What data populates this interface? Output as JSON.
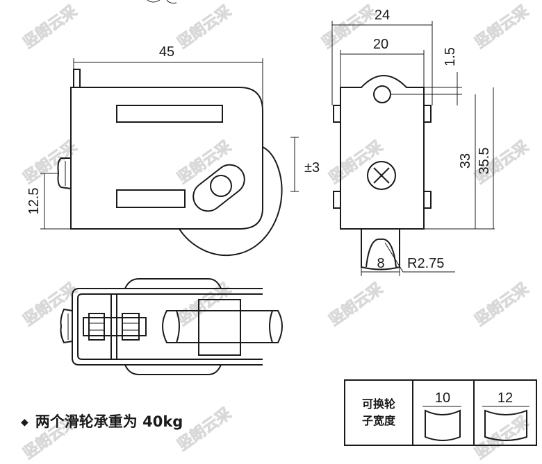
{
  "dimensions": {
    "width_45": "45",
    "height_12_5": "12.5",
    "adjust_pm3": "±3",
    "width_24": "24",
    "width_20": "20",
    "offset_1_5": "1.5",
    "height_33": "33",
    "height_35_5": "35.5",
    "groove_8": "8",
    "radius_r2_75": "R2.75"
  },
  "watermark": "竖朗云采",
  "caption": {
    "bullet": "◆",
    "text": "两个滑轮承重为 40kg"
  },
  "wheel_table": {
    "label_line1": "可换轮",
    "label_line2": "子宽度",
    "width_a": "10",
    "width_b": "12"
  }
}
